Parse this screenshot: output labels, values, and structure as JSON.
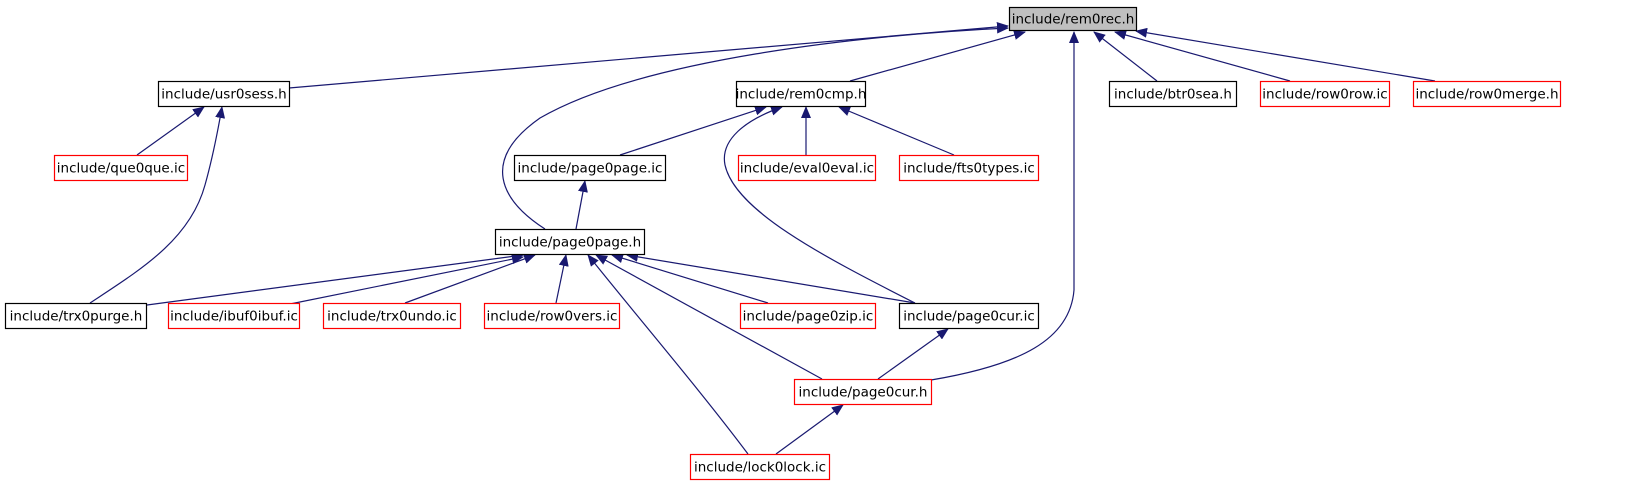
{
  "colors": {
    "edge": "#191970",
    "border_normal": "#000000",
    "border_truncated": "#ff0000",
    "root_fill": "#bfbfbf",
    "node_fill": "#ffffff"
  },
  "nodes": {
    "rem0rec_h": {
      "label": "include/rem0rec.h",
      "kind": "root"
    },
    "usr0sess_h": {
      "label": "include/usr0sess.h",
      "kind": "normal"
    },
    "rem0cmp_h": {
      "label": "include/rem0cmp.h",
      "kind": "normal"
    },
    "btr0sea_h": {
      "label": "include/btr0sea.h",
      "kind": "normal"
    },
    "row0row_ic": {
      "label": "include/row0row.ic",
      "kind": "truncated"
    },
    "row0merge_h": {
      "label": "include/row0merge.h",
      "kind": "truncated"
    },
    "que0que_ic": {
      "label": "include/que0que.ic",
      "kind": "truncated"
    },
    "page0page_ic": {
      "label": "include/page0page.ic",
      "kind": "normal"
    },
    "eval0eval_ic": {
      "label": "include/eval0eval.ic",
      "kind": "truncated"
    },
    "fts0types_ic": {
      "label": "include/fts0types.ic",
      "kind": "truncated"
    },
    "page0page_h": {
      "label": "include/page0page.h",
      "kind": "normal"
    },
    "trx0purge_h": {
      "label": "include/trx0purge.h",
      "kind": "normal"
    },
    "ibuf0ibuf_ic": {
      "label": "include/ibuf0ibuf.ic",
      "kind": "truncated"
    },
    "trx0undo_ic": {
      "label": "include/trx0undo.ic",
      "kind": "truncated"
    },
    "row0vers_ic": {
      "label": "include/row0vers.ic",
      "kind": "truncated"
    },
    "page0zip_ic": {
      "label": "include/page0zip.ic",
      "kind": "truncated"
    },
    "page0cur_ic": {
      "label": "include/page0cur.ic",
      "kind": "normal"
    },
    "page0cur_h": {
      "label": "include/page0cur.h",
      "kind": "truncated"
    },
    "lock0lock_ic": {
      "label": "include/lock0lock.ic",
      "kind": "truncated"
    }
  },
  "edges": [
    {
      "from": "usr0sess_h",
      "to": "rem0rec_h"
    },
    {
      "from": "page0page_h",
      "to": "rem0rec_h"
    },
    {
      "from": "rem0cmp_h",
      "to": "rem0rec_h"
    },
    {
      "from": "page0cur_h",
      "to": "rem0rec_h"
    },
    {
      "from": "btr0sea_h",
      "to": "rem0rec_h"
    },
    {
      "from": "row0row_ic",
      "to": "rem0rec_h"
    },
    {
      "from": "row0merge_h",
      "to": "rem0rec_h"
    },
    {
      "from": "que0que_ic",
      "to": "usr0sess_h"
    },
    {
      "from": "trx0purge_h",
      "to": "usr0sess_h"
    },
    {
      "from": "page0page_ic",
      "to": "rem0cmp_h"
    },
    {
      "from": "eval0eval_ic",
      "to": "rem0cmp_h"
    },
    {
      "from": "fts0types_ic",
      "to": "rem0cmp_h"
    },
    {
      "from": "page0cur_ic",
      "to": "rem0cmp_h"
    },
    {
      "from": "page0page_h",
      "to": "page0page_ic"
    },
    {
      "from": "trx0purge_h",
      "to": "page0page_h"
    },
    {
      "from": "ibuf0ibuf_ic",
      "to": "page0page_h"
    },
    {
      "from": "trx0undo_ic",
      "to": "page0page_h"
    },
    {
      "from": "row0vers_ic",
      "to": "page0page_h"
    },
    {
      "from": "page0zip_ic",
      "to": "page0page_h"
    },
    {
      "from": "page0cur_ic",
      "to": "page0page_h"
    },
    {
      "from": "page0cur_h",
      "to": "page0page_h"
    },
    {
      "from": "lock0lock_ic",
      "to": "page0page_h"
    },
    {
      "from": "page0cur_h",
      "to": "page0cur_ic"
    },
    {
      "from": "lock0lock_ic",
      "to": "page0cur_h"
    }
  ]
}
